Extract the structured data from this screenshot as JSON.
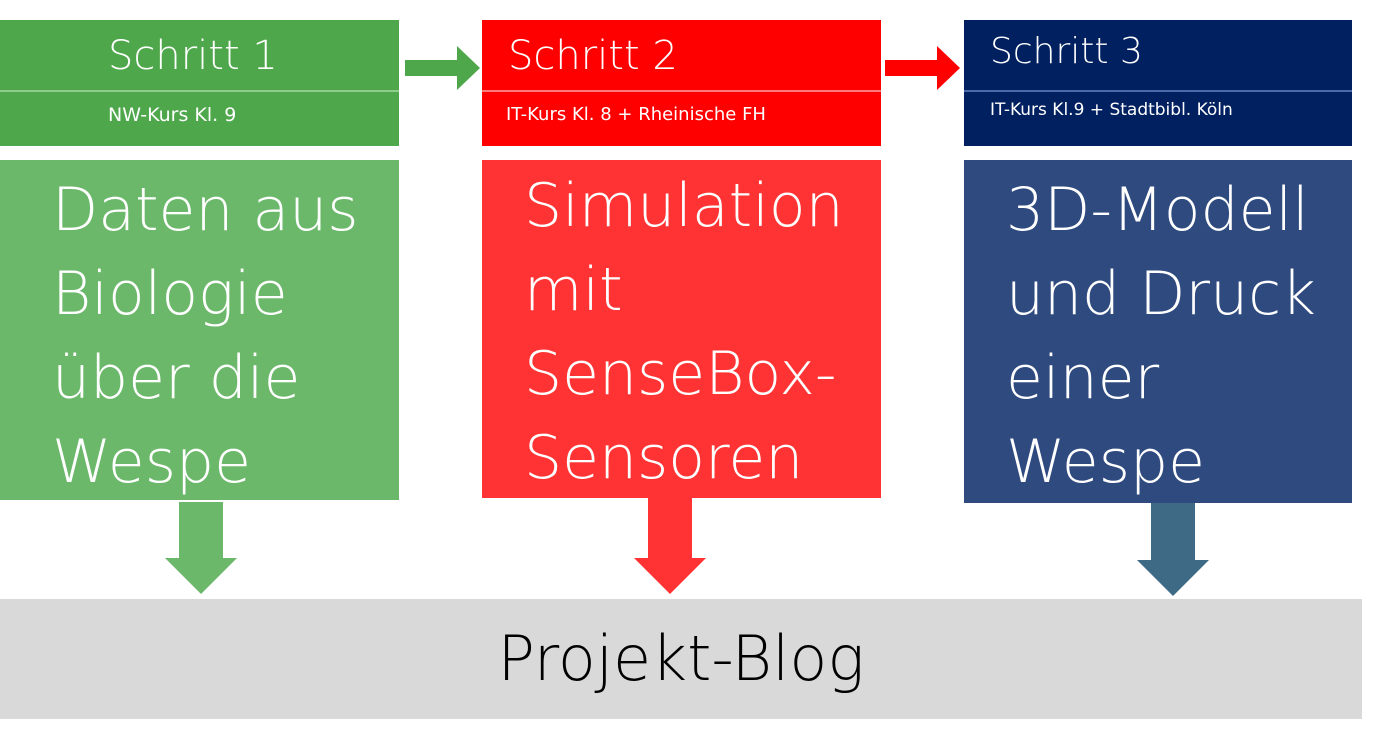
{
  "colors": {
    "green_header": "#4ea84b",
    "green_body": "#6bb86a",
    "red_header": "#ff0000",
    "red_body": "#ff3333",
    "navy_header": "#002060",
    "navy_body": "#2f4a7f",
    "steel_arrow": "#3e6a86",
    "blog_bg": "#d9d9d9"
  },
  "steps": [
    {
      "title": "Schritt 1",
      "subtitle": "NW-Kurs Kl. 9",
      "body": "Daten aus\nBiologie\nüber die\nWespe"
    },
    {
      "title": "Schritt 2",
      "subtitle": "IT-Kurs Kl. 8 + Rheinische FH",
      "body": "Simulation\nmit\nSenseBox-\nSensoren"
    },
    {
      "title": "Schritt 3",
      "subtitle": "IT-Kurs Kl.9 + Stadtbibl. Köln",
      "body": "3D-Modell\nund Druck\neiner\nWespe"
    }
  ],
  "blog": {
    "label": "Projekt-Blog"
  }
}
